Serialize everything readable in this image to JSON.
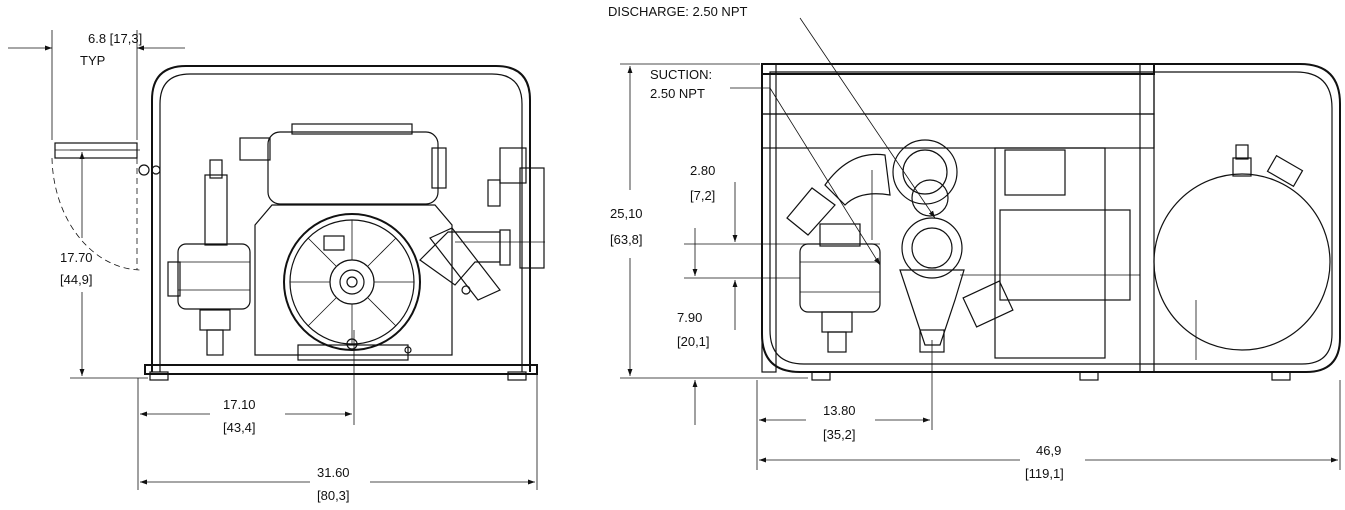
{
  "left_view": {
    "typ_offset": "6.8 [17,3]",
    "typ_label": "TYP",
    "height_in": "17.70",
    "height_mm": "[44,9]",
    "center_width_in": "17.10",
    "center_width_mm": "[43,4]",
    "overall_width_in": "31.60",
    "overall_width_mm": "[80,3]"
  },
  "right_view": {
    "discharge_label": "DISCHARGE: 2.50 NPT",
    "suction_label_line1": "SUCTION:",
    "suction_label_line2": "2.50 NPT",
    "overall_height_in": "25,10",
    "overall_height_mm": "[63,8]",
    "discharge_offset_in": "2.80",
    "discharge_offset_mm": "[7,2]",
    "suction_height_in": "7.90",
    "suction_height_mm": "[20,1]",
    "suction_center_in": "13.80",
    "suction_center_mm": "[35,2]",
    "overall_length_in": "46,9",
    "overall_length_mm": "[119,1]"
  }
}
